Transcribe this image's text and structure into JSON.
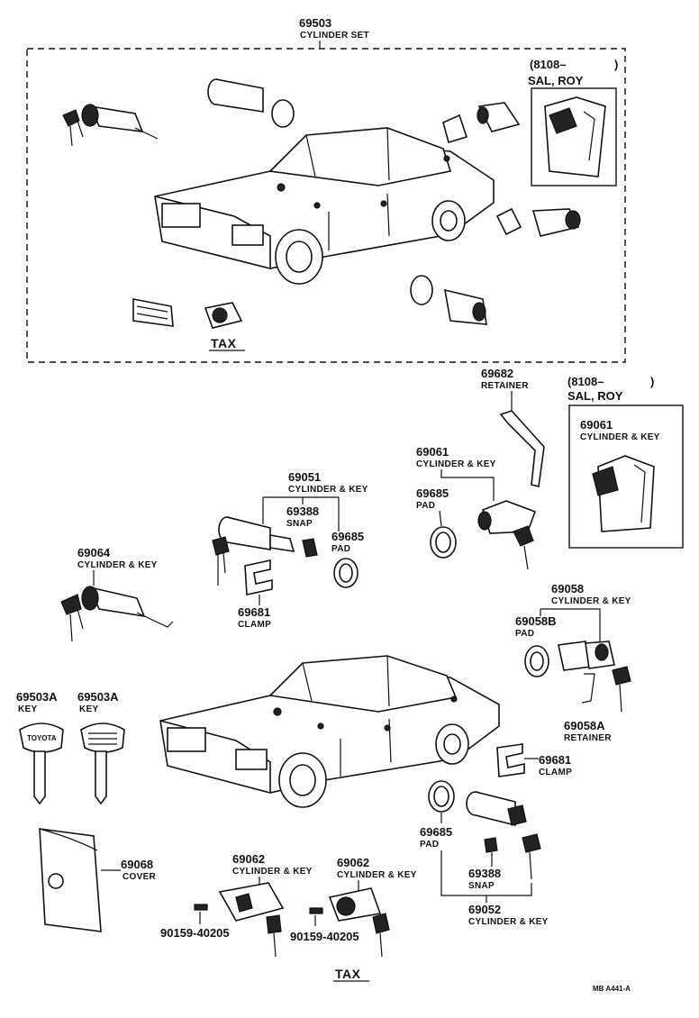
{
  "top_set": {
    "part_no": "69503",
    "name": "CYLINDER SET",
    "inset_code": "(8108–",
    "inset_close": ")",
    "inset_models": "SAL, ROY",
    "tax_label": "TAX"
  },
  "inset": {
    "code": "(8108–",
    "close": ")",
    "models": "SAL, ROY",
    "part_no": "69061",
    "name": "CYLINDER & KEY"
  },
  "callouts": {
    "p69682": {
      "no": "69682",
      "name": "RETAINER"
    },
    "p69061": {
      "no": "69061",
      "name": "CYLINDER & KEY"
    },
    "p69685a": {
      "no": "69685",
      "name": "PAD"
    },
    "p69051": {
      "no": "69051",
      "name": "CYLINDER & KEY"
    },
    "p69388a": {
      "no": "69388",
      "name": "SNAP"
    },
    "p69685b": {
      "no": "69685",
      "name": "PAD"
    },
    "p69681a": {
      "no": "69681",
      "name": "CLAMP"
    },
    "p69064": {
      "no": "69064",
      "name": "CYLINDER & KEY"
    },
    "p69058": {
      "no": "69058",
      "name": "CYLINDER & KEY"
    },
    "p69058b": {
      "no": "69058B",
      "name": "PAD"
    },
    "p69058a": {
      "no": "69058A",
      "name": "RETAINER"
    },
    "p69503a1": {
      "no": "69503A",
      "name": "KEY"
    },
    "p69503a2": {
      "no": "69503A",
      "name": "KEY"
    },
    "p69681b": {
      "no": "69681",
      "name": "CLAMP"
    },
    "p69685c": {
      "no": "69685",
      "name": "PAD"
    },
    "p69388b": {
      "no": "69388",
      "name": "SNAP"
    },
    "p69052": {
      "no": "69052",
      "name": "CYLINDER & KEY"
    },
    "p69068": {
      "no": "69068",
      "name": "COVER"
    },
    "p69062a": {
      "no": "69062",
      "name": "CYLINDER & KEY"
    },
    "p69062b": {
      "no": "69062",
      "name": "CYLINDER & KEY"
    },
    "p90159a": {
      "no": "90159-40205"
    },
    "p90159b": {
      "no": "90159-40205"
    }
  },
  "bottom_tax_label": "TAX",
  "key_brand": "TOYOTA",
  "footer_code": "MB A441-A"
}
